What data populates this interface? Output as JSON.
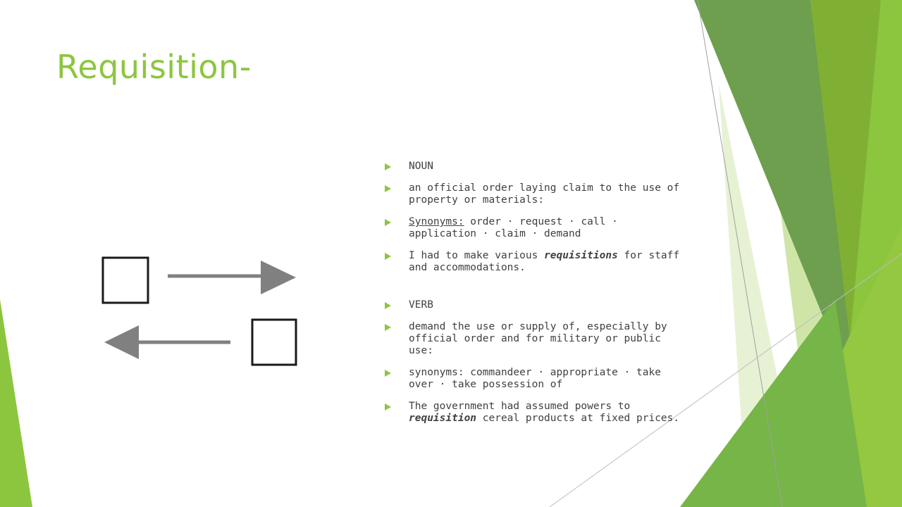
{
  "slide": {
    "title": "Requisition-",
    "accent_color": "#8cc63f"
  },
  "bullets": [
    {
      "text": "NOUN"
    },
    {
      "text": "an official order laying claim to the use of property or materials:"
    },
    {
      "label": "Synonyms:",
      "text": " order · request · call · application · claim · demand"
    },
    {
      "pre": "I had to make various ",
      "em": "requisitions",
      "post": " for staff and accommodations."
    },
    {
      "text": "VERB"
    },
    {
      "text": "demand the use or supply of, especially by official order and for military or public use:"
    },
    {
      "text": "synonyms: commandeer · appropriate · take over · take possession of"
    },
    {
      "pre": "The government had assumed powers to ",
      "em": "requisition",
      "post": " cereal products at fixed prices."
    }
  ],
  "figure": {
    "icon": "exchange-arrows-diagram",
    "color": "#7f7f7f"
  }
}
